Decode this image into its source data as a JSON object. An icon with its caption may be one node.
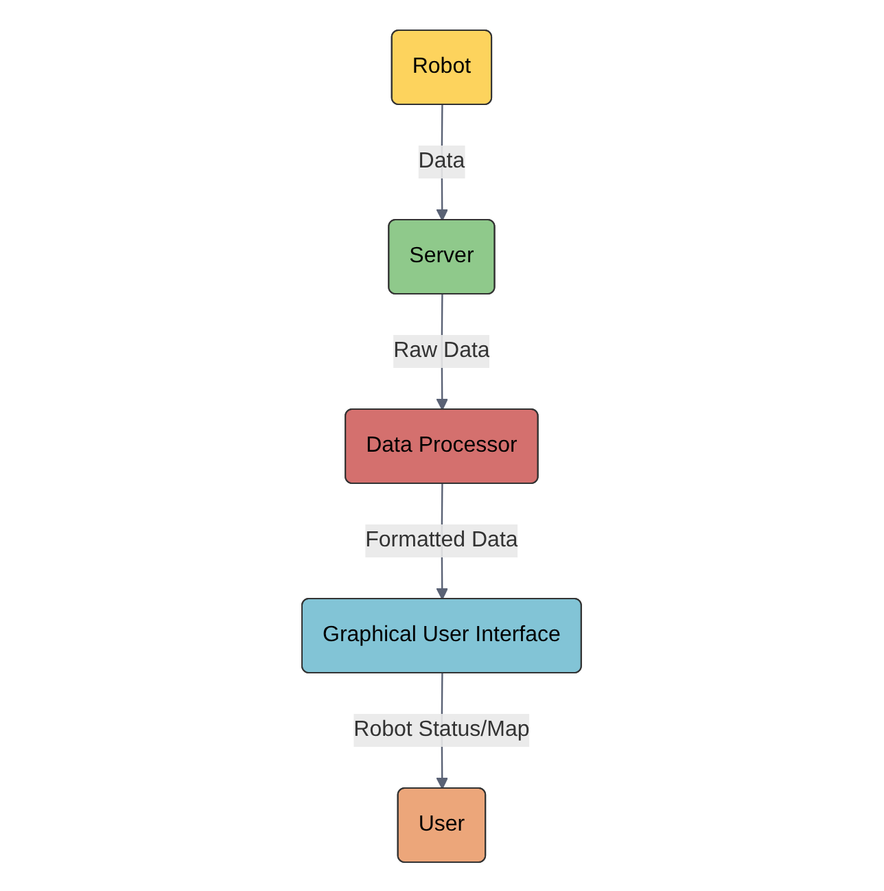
{
  "diagram": {
    "nodes": [
      {
        "text": [
          "Robot"
        ]
      },
      {
        "text": [
          "Server"
        ]
      },
      {
        "text": [
          "Data Processor"
        ]
      },
      {
        "text": [
          "Graphical User Interface"
        ]
      },
      {
        "text": [
          "User"
        ]
      }
    ],
    "edges": [
      {
        "from": 0,
        "to": 1,
        "arrow": "to",
        "label": "Data"
      },
      {
        "from": 1,
        "to": 2,
        "arrow": "to",
        "label": "Raw Data"
      },
      {
        "from": 2,
        "to": 3,
        "arrow": "to",
        "label": "Formatted Data"
      },
      {
        "from": 3,
        "to": 4,
        "arrow": "to",
        "label": "Robot Status/Map"
      }
    ]
  }
}
